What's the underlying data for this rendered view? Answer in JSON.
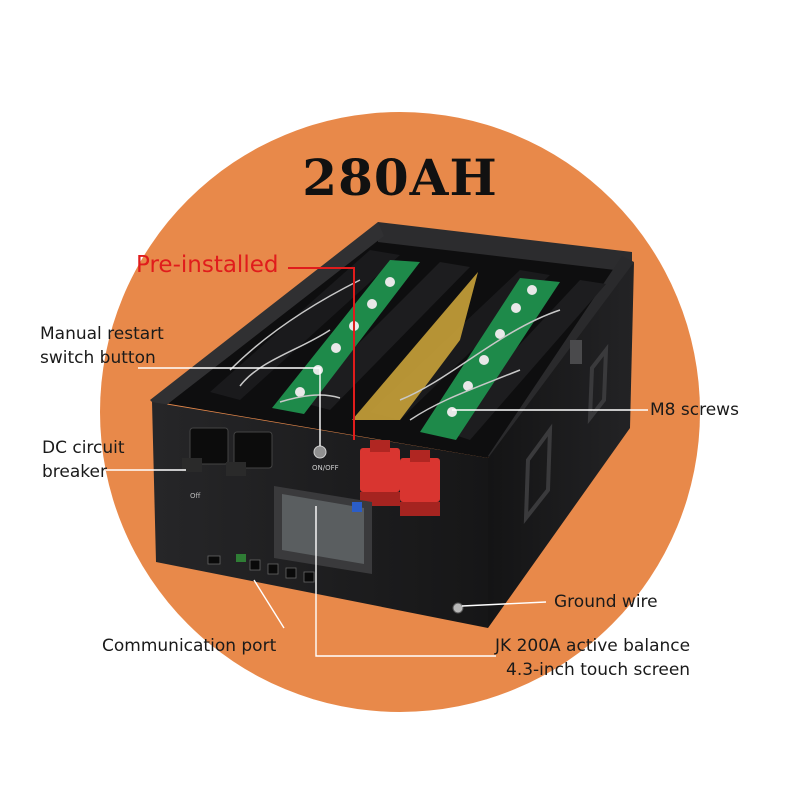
{
  "title": "280AH",
  "callouts": {
    "pre_installed": "Pre-installed",
    "manual_restart": [
      "Manual restart",
      "switch button"
    ],
    "dc_breaker": [
      "DC circuit",
      "breaker"
    ],
    "m8_screws": "M8 screws",
    "ground_wire": "Ground wire",
    "communication_port": "Communication port",
    "screen": [
      "JK 200A active balance",
      "4.3-inch touch screen"
    ]
  },
  "panel_text": {
    "power_switch": "ON/OFF",
    "breaker_state": "Off"
  },
  "colors": {
    "background_disc": "#e8894a",
    "casing": "#1c1c1d",
    "pcb": "#1e8a4a",
    "terminal": "#d93530",
    "accent_red": "#e01c1c"
  }
}
